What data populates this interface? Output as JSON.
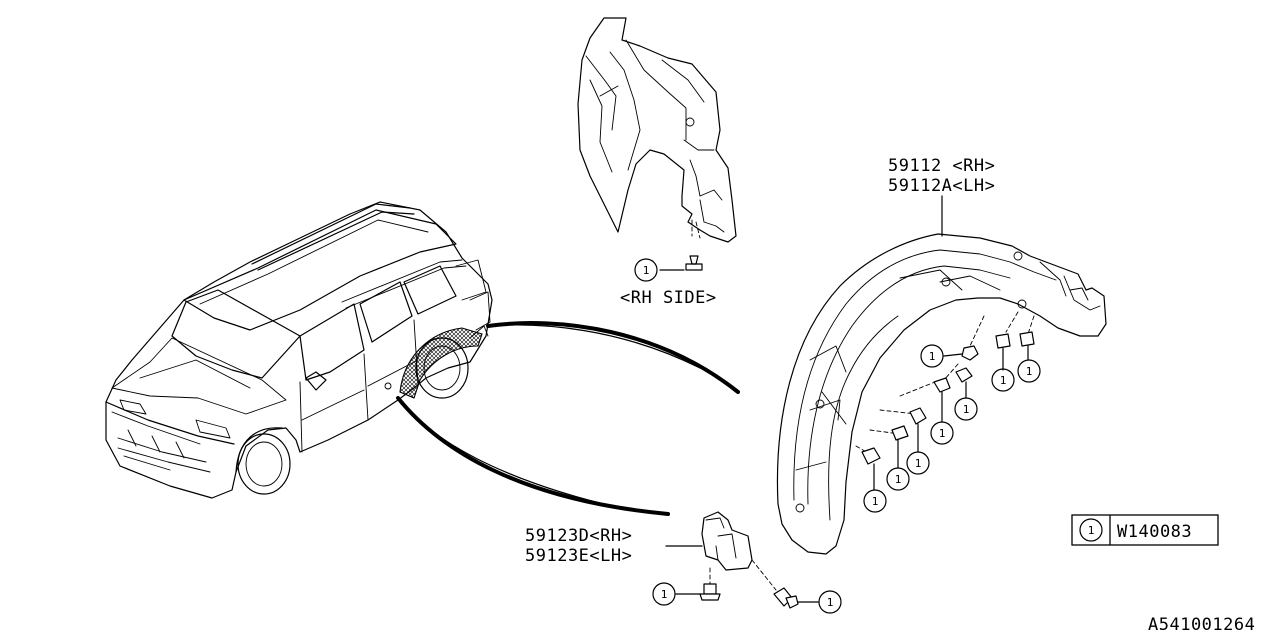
{
  "labels": {
    "liner_rh": "59112  <RH>",
    "liner_lh": "59112A<LH>",
    "rh_side": "<RH SIDE>",
    "bracket_rh": "59123D<RH>",
    "bracket_lh": "59123E<LH>",
    "legend_ref": "1",
    "legend_code": "W140083",
    "diagram_id": "A541001264"
  },
  "callout_number": "1"
}
